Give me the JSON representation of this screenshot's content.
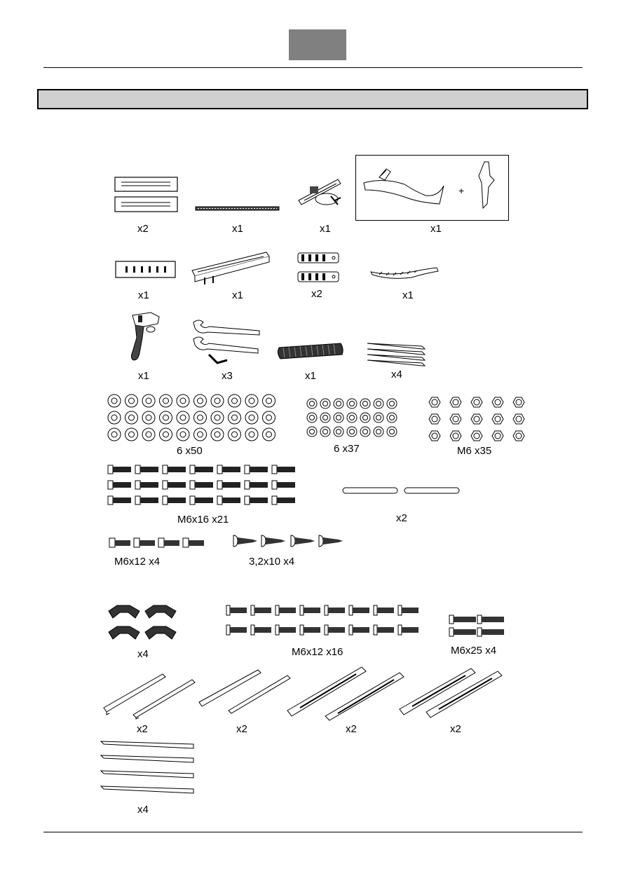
{
  "labels": {
    "strips": "x2",
    "rail": "x1",
    "miter_gauge": "x1",
    "guard_set": "x1",
    "blade_plate": "x1",
    "rip_fence": "x1",
    "clamps": "x2",
    "riving_knife": "x1",
    "push_handle": "x1",
    "wrenches": "x3",
    "dust_hose": "x1",
    "rods": "x4",
    "washers": "6 x50",
    "lock_washers": "6 x37",
    "nuts": "M6 x35",
    "bolts_m6x16": "M6x16 x21",
    "pins": "x2",
    "bolts_m6x12_small": "M6x12 x4",
    "screws_3_2x10": "3,2x10 x4",
    "feet": "x4",
    "bolts_m6x12": "M6x12 x16",
    "bolts_m6x25": "M6x25 x4",
    "legs_a": "x2",
    "legs_b": "x2",
    "braces_a": "x2",
    "braces_b": "x2",
    "cross_bars": "x4"
  }
}
